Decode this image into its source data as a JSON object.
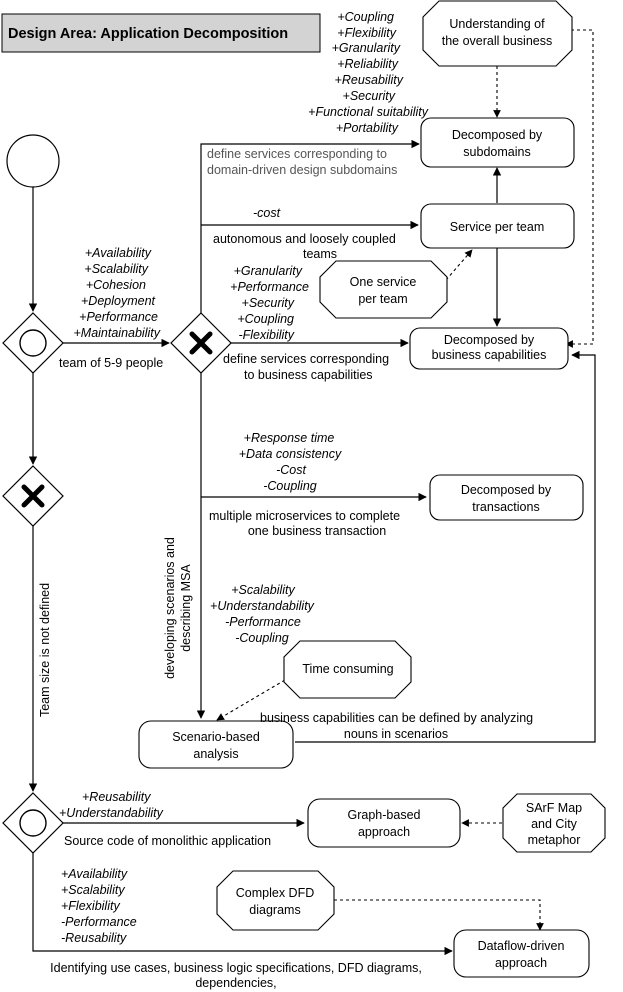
{
  "title": "Design Area: Application Decomposition",
  "top_attributes": [
    "+Coupling",
    "+Flexibility",
    "+Granularity",
    "+Reliability",
    "+Reusability",
    "+Security",
    "+Functional suitability",
    "+Portability"
  ],
  "nodes": {
    "understanding": [
      "Understanding of",
      "the overall business"
    ],
    "subdomains": [
      "Decomposed by",
      "subdomains"
    ],
    "service_per_team": [
      "Service per team"
    ],
    "one_service": [
      "One service",
      "per team"
    ],
    "capabilities": [
      "Decomposed by",
      "business capabilities"
    ],
    "transactions": [
      "Decomposed by",
      "transactions"
    ],
    "time_consuming": [
      "Time consuming"
    ],
    "scenario": [
      "Scenario-based",
      "analysis"
    ],
    "graph": [
      "Graph-based",
      "approach"
    ],
    "sarf": [
      "SArF Map",
      "and City",
      "metaphor"
    ],
    "complex_dfd": [
      "Complex DFD",
      "diagrams"
    ],
    "dataflow": [
      "Dataflow-driven",
      "approach"
    ]
  },
  "edges": {
    "subdomain_edge": [
      "define services corresponding to",
      "domain-driven design subdomains"
    ],
    "cost_attr": "-cost",
    "team_edge": [
      "autonomous and loosely coupled",
      "teams"
    ],
    "capability_attrs": [
      "+Granularity",
      "+Performance",
      "+Security",
      "+Coupling",
      "-Flexibility"
    ],
    "capability_edge": [
      "define services corresponding",
      "to business capabilities"
    ],
    "team_attrs": [
      "+Availability",
      "+Scalability",
      "+Cohesion",
      "+Deployment",
      "+Performance",
      "+Maintainability"
    ],
    "team_size": "team of 5-9 people",
    "transaction_attrs": [
      "+Response time",
      "+Data consistency",
      "-Cost",
      "-Coupling"
    ],
    "transaction_edge": [
      "multiple microservices to complete",
      "one business transaction"
    ],
    "scenario_attrs": [
      "+Scalability",
      "+Understandability",
      "-Performance",
      "-Coupling"
    ],
    "scenario_vertical": [
      "developing scenarios and",
      "describing MSA"
    ],
    "scenario_edge": [
      "business capabilities can be defined by analyzing",
      "nouns in scenarios"
    ],
    "team_undefined": "Team size is not defined",
    "graph_attrs": [
      "+Reusability",
      "+Understandability"
    ],
    "source_code": "Source code of monolithic application",
    "dataflow_attrs": [
      "+Availability",
      "+Scalability",
      "+Flexibility",
      "-Performance",
      "-Reusability"
    ],
    "dataflow_edge": [
      "Identifying use cases, business logic specifications, DFD diagrams,",
      "dependencies,"
    ]
  }
}
